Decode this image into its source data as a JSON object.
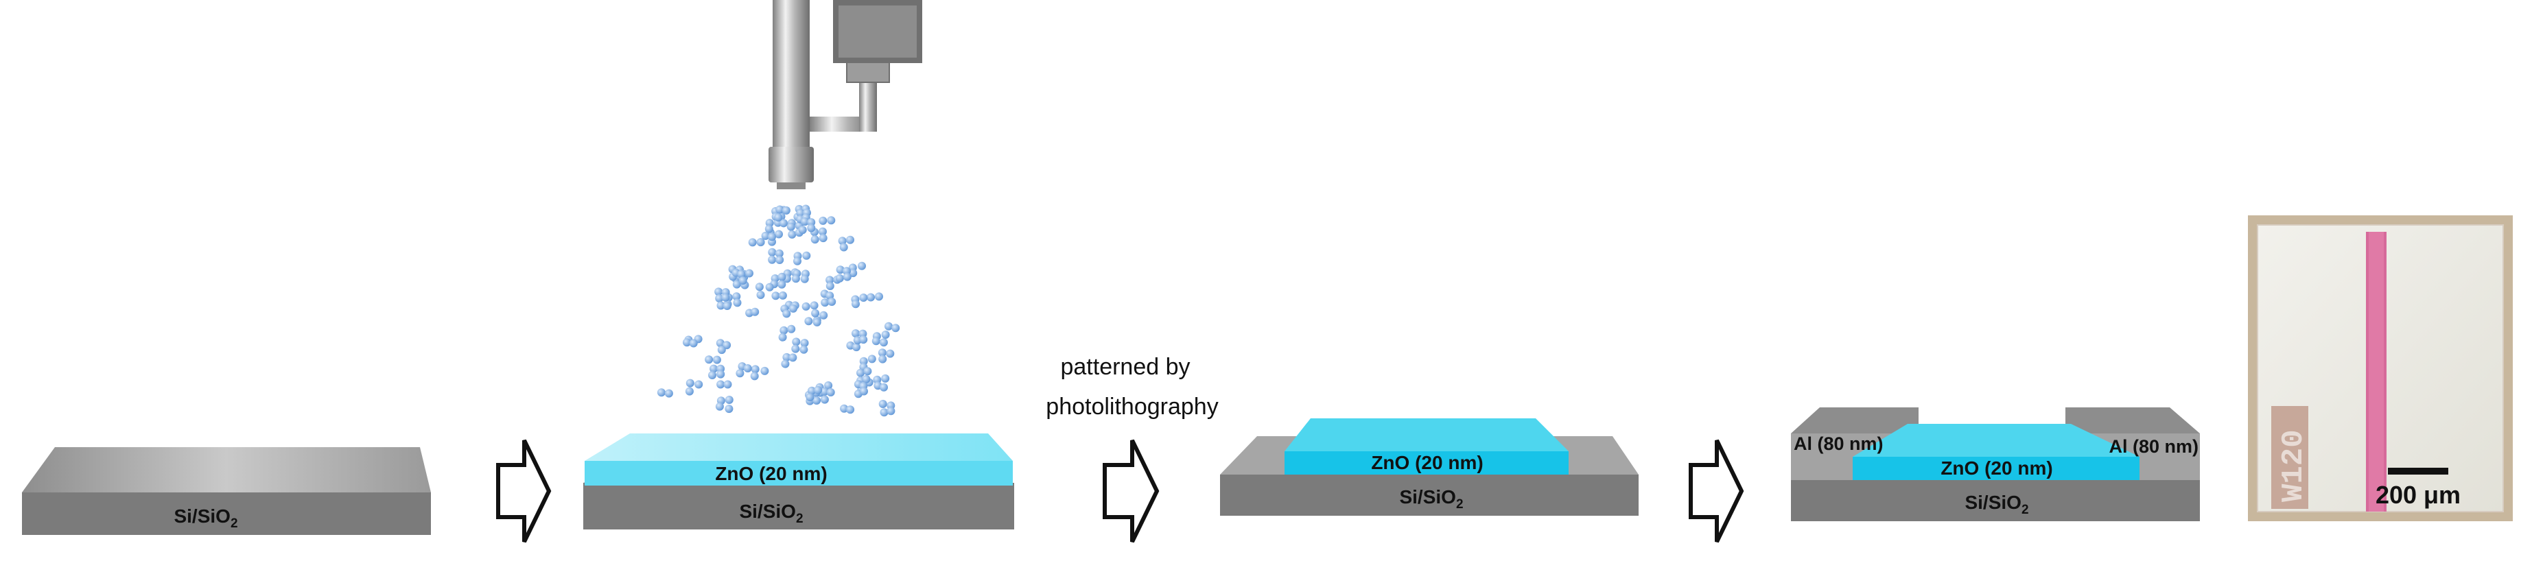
{
  "panels": {
    "p1": {
      "substrate": "Si/SiO",
      "substrate_sub": "2"
    },
    "p2": {
      "film": "ZnO (20 nm)",
      "substrate": "Si/SiO",
      "substrate_sub": "2"
    },
    "p3": {
      "caption_line1": "patterned by",
      "caption_line2": "photolithography",
      "film": "ZnO (20 nm)",
      "substrate": "Si/SiO",
      "substrate_sub": "2"
    },
    "p4": {
      "electrode_left": "Al (80 nm)",
      "electrode_right": "Al (80 nm)",
      "film": "ZnO (20 nm)",
      "substrate": "Si/SiO",
      "substrate_sub": "2"
    },
    "micrograph": {
      "scale": "200 μm",
      "chip_label": "W120"
    }
  },
  "arrows": [
    "process-arrow-1",
    "process-arrow-2",
    "process-arrow-3"
  ],
  "colors": {
    "substrate_top": "#b9b9b9",
    "substrate_side": "#7a7a7a",
    "zno_top": "#4fd6ee",
    "zno_side": "#17c3e8",
    "al_top": "#8d8d8d",
    "droplet": "#6fa3dd",
    "micro_stripe": "#d66a9a"
  }
}
